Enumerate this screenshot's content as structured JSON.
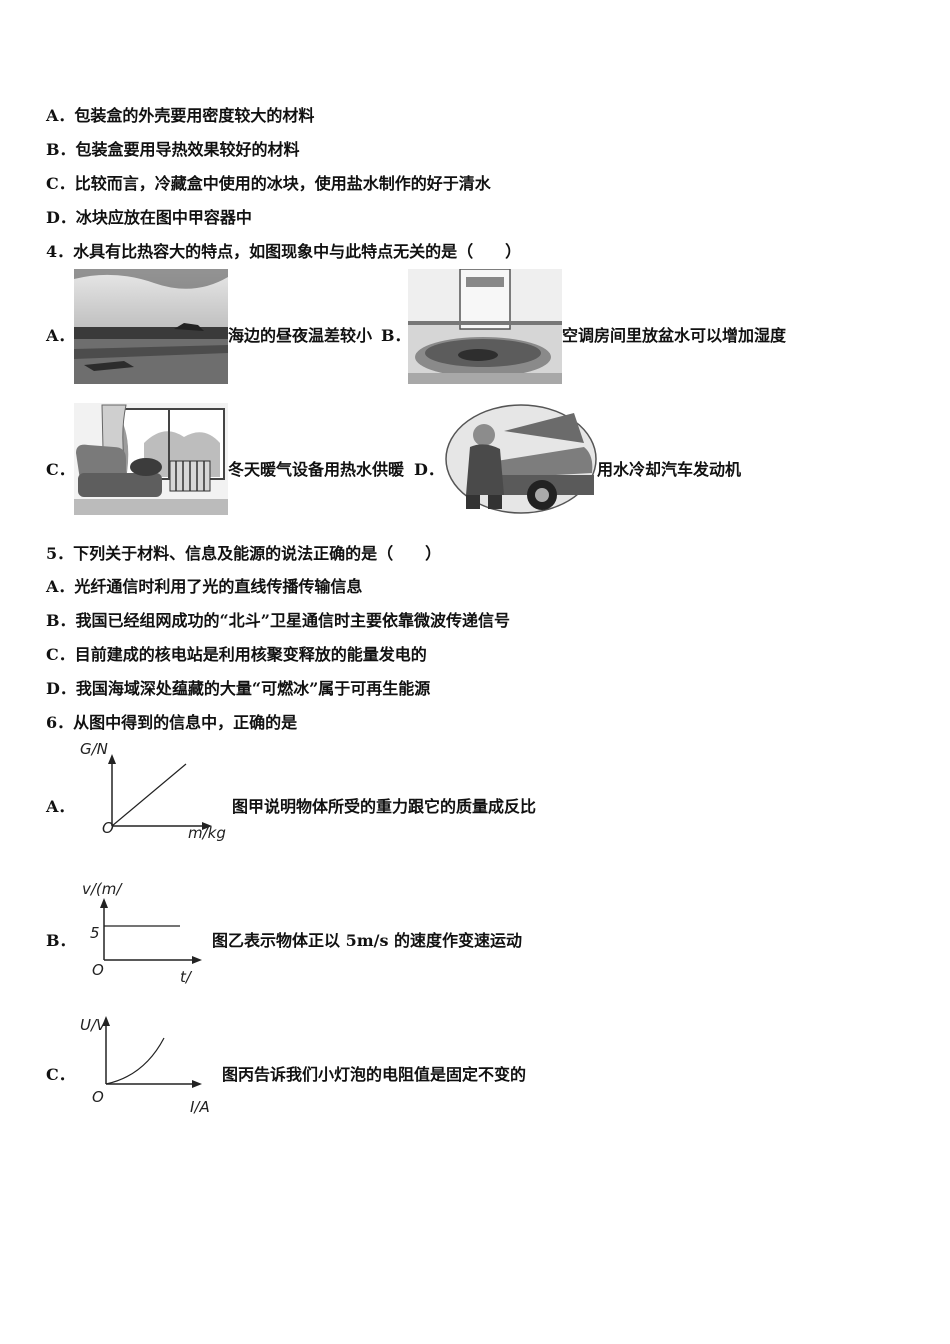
{
  "q3": {
    "options": [
      {
        "label": "A．",
        "text": "包装盒的外壳要用密度较大的材料"
      },
      {
        "label": "B．",
        "text": "包装盒要用导热效果较好的材料"
      },
      {
        "label": "C．",
        "text": "比较而言，冷藏盒中使用的冰块，使用盐水制作的好于清水"
      },
      {
        "label": "D．",
        "text": "冰块应放在图中甲容器中"
      }
    ]
  },
  "q4": {
    "stem": "4．水具有比热容大的特点，如图现象中与此特点无关的是（　　）",
    "options": [
      {
        "label": "A．",
        "text": "海边的昼夜温差较小",
        "image": "seaside-photo"
      },
      {
        "label": "B．",
        "text": "空调房间里放盆水可以增加湿度",
        "image": "aircon-basin-photo"
      },
      {
        "label": "C．",
        "text": "冬天暖气设备用热水供暖",
        "image": "radiator-room-photo"
      },
      {
        "label": "D．",
        "text": "用水冷却汽车发动机",
        "image": "car-engine-photo"
      }
    ]
  },
  "q5": {
    "stem": "5．下列关于材料、信息及能源的说法正确的是（　　）",
    "options": [
      {
        "label": "A．",
        "text": "光纤通信时利用了光的直线传播传输信息"
      },
      {
        "label": "B．",
        "text": "我国已经组网成功的“北斗”卫星通信时主要依靠微波传递信号"
      },
      {
        "label": "C．",
        "text": "目前建成的核电站是利用核聚变释放的能量发电的"
      },
      {
        "label": "D．",
        "text": "我国海域深处蕴藏的大量“可燃冰”属于可再生能源"
      }
    ]
  },
  "q6": {
    "stem": "6．从图中得到的信息中，正确的是",
    "options": [
      {
        "label": "A．",
        "text": "图甲说明物体所受的重力跟它的质量成反比",
        "graph": {
          "ylabel": "G/N",
          "xlabel": "m/kg",
          "origin": "O"
        }
      },
      {
        "label": "B．",
        "text": "图乙表示物体正以 5m/s 的速度作变速运动",
        "graph": {
          "ylabel": "v/(m/",
          "xlabel": "t/",
          "origin": "O",
          "tick": "5"
        }
      },
      {
        "label": "C．",
        "text": "图丙告诉我们小灯泡的电阻值是固定不变的",
        "graph": {
          "ylabel": "U/V",
          "xlabel": "I/A",
          "origin": "O"
        }
      }
    ]
  }
}
